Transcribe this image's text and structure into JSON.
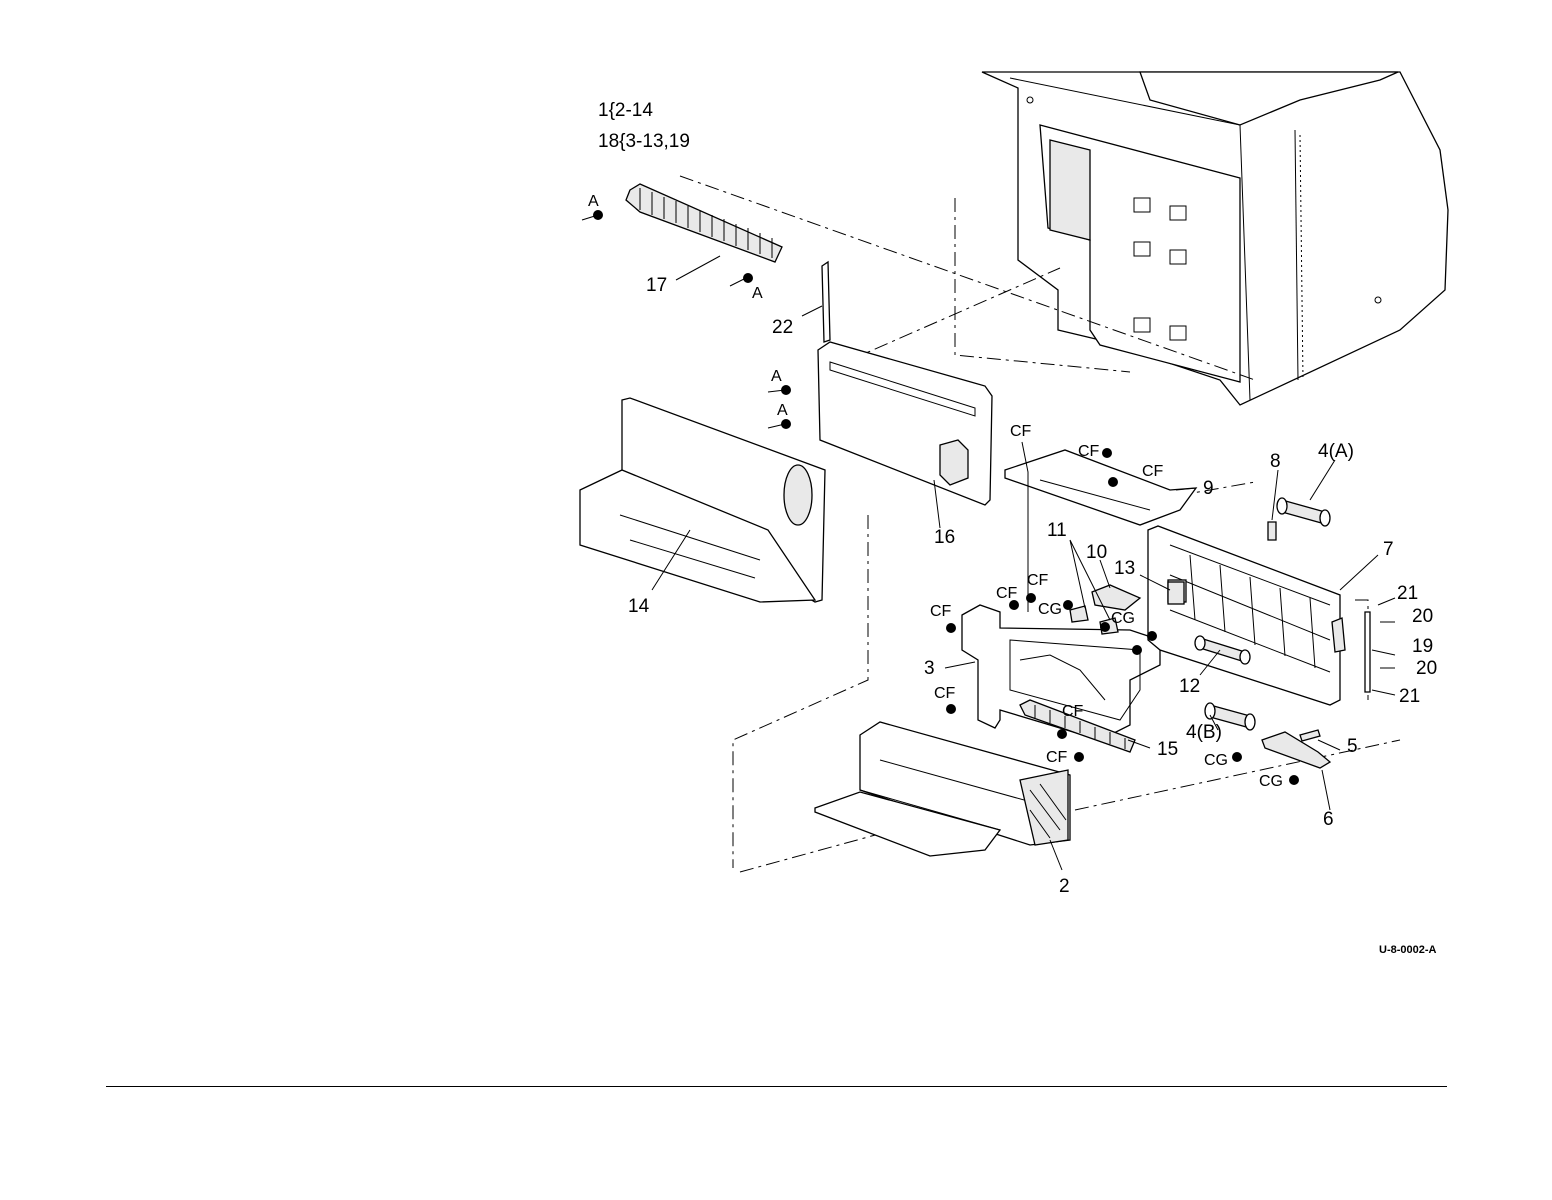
{
  "groups": {
    "line1": "1{2-14",
    "line2": "18{3-13,19"
  },
  "callouts": {
    "n2": "2",
    "n3": "3",
    "n4a": "4(A)",
    "n4b": "4(B)",
    "n5": "5",
    "n6": "6",
    "n7": "7",
    "n8": "8",
    "n9": "9",
    "n10": "10",
    "n11": "11",
    "n12": "12",
    "n13": "13",
    "n14": "14",
    "n15": "15",
    "n16": "16",
    "n17": "17",
    "n19": "19",
    "n20": "20",
    "n21": "21",
    "n22": "22"
  },
  "markers": {
    "a": "A",
    "cf": "CF",
    "cg": "CG"
  },
  "figure_code": "U-8-0002-A"
}
